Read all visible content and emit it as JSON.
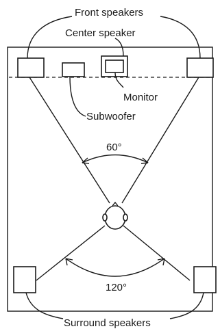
{
  "diagram": {
    "labels": {
      "front_speakers": "Front speakers",
      "center_speaker": "Center speaker",
      "monitor": "Monitor",
      "subwoofer": "Subwoofer",
      "angle_front": "60°",
      "angle_surround": "120°",
      "surround_speakers": "Surround speakers"
    }
  }
}
